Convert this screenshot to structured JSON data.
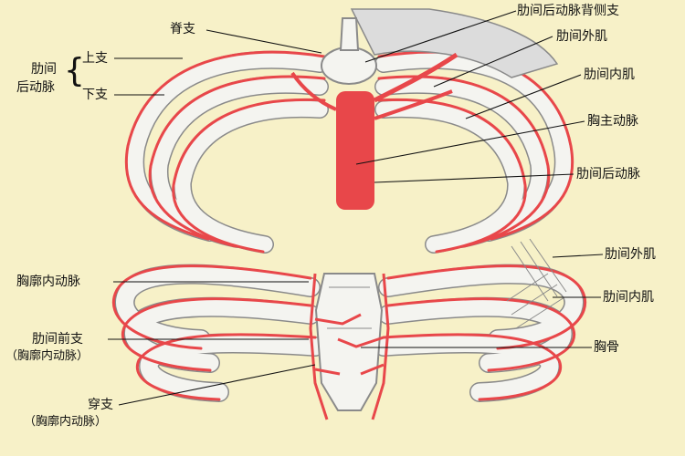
{
  "labels": {
    "dorsal_branch": "脊支",
    "intercostal_posterior_dorsal_lateral": "肋间后动脉背侧支",
    "external_intercostal_top": "肋间外肌",
    "internal_intercostal_top": "肋间内肌",
    "thoracic_aorta": "胸主动脉",
    "posterior_intercostal_artery": "肋间后动脉",
    "intercostal_group_line1": "肋间",
    "intercostal_group_line2": "后动脉",
    "upper_branch": "上支",
    "lower_branch": "下支",
    "external_intercostal_bottom": "肋间外肌",
    "internal_intercostal_bottom": "肋间内肌",
    "internal_thoracic_artery": "胸廓内动脉",
    "anterior_intercostal_branch": "肋间前支",
    "anterior_intercostal_branch_note": "（胸廓内动脉）",
    "sternum": "胸骨",
    "perforating_branch": "穿支",
    "perforating_branch_note": "（胸廓内动脉）"
  },
  "colors": {
    "background": "#f7f1c8",
    "artery": "#e8474a",
    "bone": "#f4f4f0",
    "outline": "#8a8a8a",
    "leader": "#111111"
  }
}
